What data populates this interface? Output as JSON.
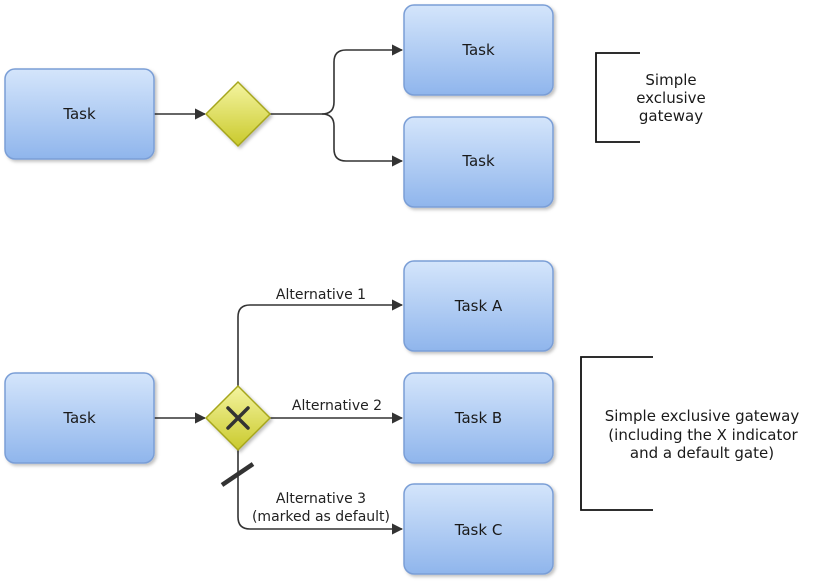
{
  "colors": {
    "task_fill_top": "#d4e5fb",
    "task_fill_bottom": "#8fb5ec",
    "task_stroke": "#7a9ed6",
    "gateway_fill_top": "#f4f4a0",
    "gateway_fill_bottom": "#c9c92c",
    "gateway_stroke": "#a6a61e",
    "edge": "#333333"
  },
  "diagram1": {
    "source_task": "Task",
    "upper_task": "Task",
    "lower_task": "Task",
    "annotation": [
      "Simple",
      "exclusive",
      "gateway"
    ]
  },
  "diagram2": {
    "source_task": "Task",
    "task_a": "Task A",
    "task_b": "Task B",
    "task_c": "Task C",
    "alt1": "Alternative 1",
    "alt2": "Alternative 2",
    "alt3_line1": "Alternative 3",
    "alt3_line2": "(marked as default)",
    "annotation": [
      "Simple exclusive gateway",
      "(including the X indicator",
      "and a default gate)"
    ]
  }
}
